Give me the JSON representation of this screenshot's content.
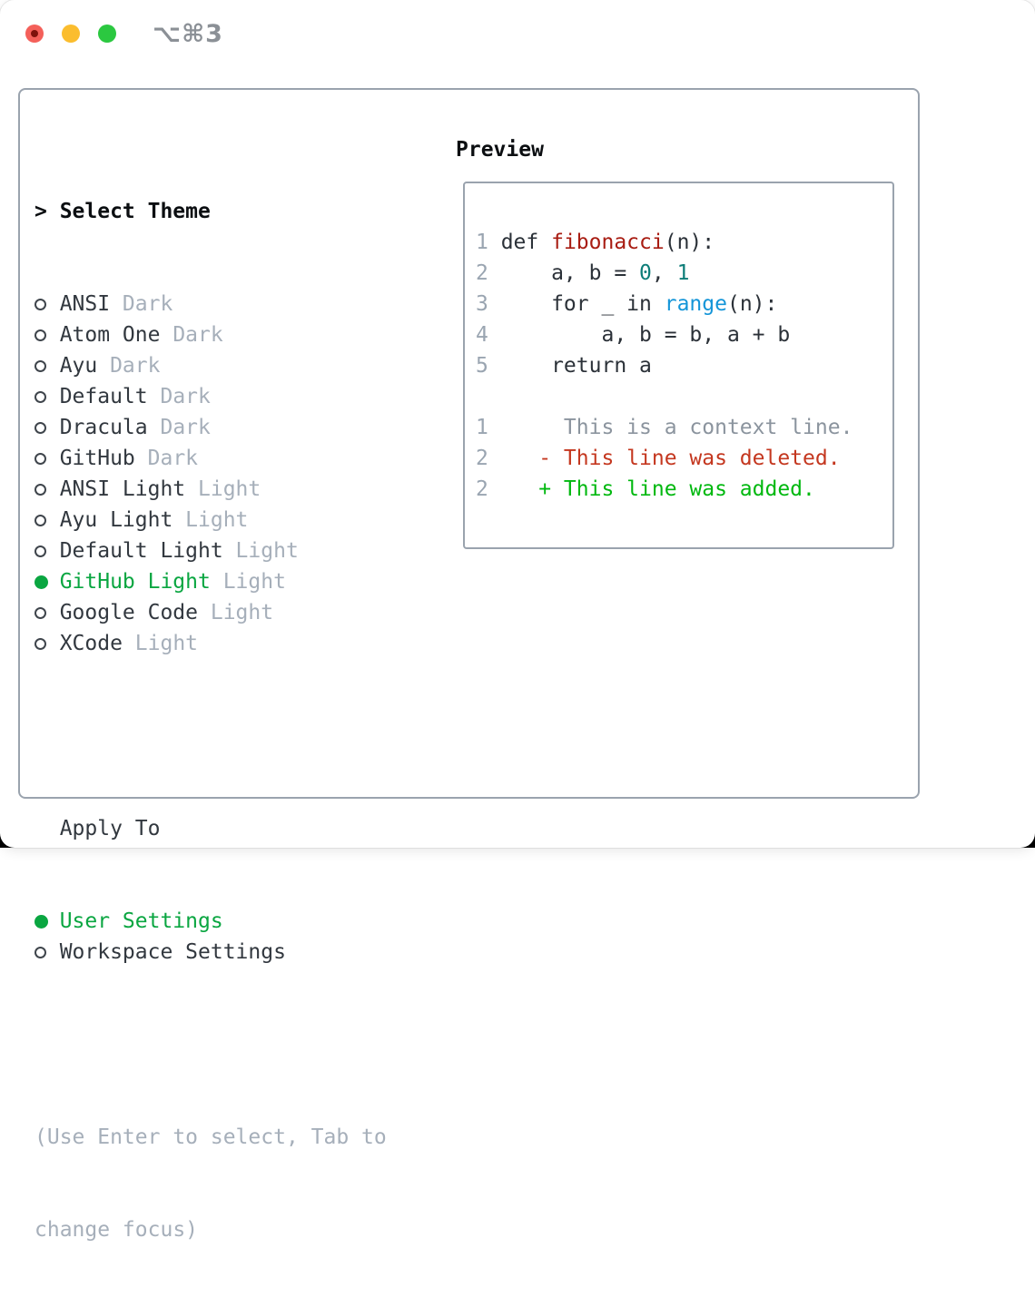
{
  "window": {
    "shortcut_label": "⌥⌘3"
  },
  "colors": {
    "light-red": "#f4605a",
    "light-red-dot": "#7e120c",
    "light-yellow": "#fbbd2e",
    "light-green": "#2bc840",
    "shortcut": "#8b9096",
    "border": "#9aa3ae",
    "heading": "#0b0e11",
    "text": "#32383f",
    "muted": "#a6afba",
    "ring": "#3f454c",
    "select-green": "#0aa641",
    "code": "#2b3138",
    "linenum": "#9aa5b1",
    "func-red": "#a81c12",
    "num-teal": "#0d7d78",
    "builtin-blue": "#1495d8",
    "ctx-gray": "#8b949e",
    "diff-red": "#c4371f",
    "diff-green": "#00b80f"
  },
  "theme_list": {
    "prompt": ">",
    "title": "Select Theme",
    "items": [
      {
        "label": "ANSI",
        "tag": "Dark",
        "selected": false
      },
      {
        "label": "Atom One",
        "tag": "Dark",
        "selected": false
      },
      {
        "label": "Ayu",
        "tag": "Dark",
        "selected": false
      },
      {
        "label": "Default",
        "tag": "Dark",
        "selected": false
      },
      {
        "label": "Dracula",
        "tag": "Dark",
        "selected": false
      },
      {
        "label": "GitHub",
        "tag": "Dark",
        "selected": false
      },
      {
        "label": "ANSI Light",
        "tag": "Light",
        "selected": false
      },
      {
        "label": "Ayu Light",
        "tag": "Light",
        "selected": false
      },
      {
        "label": "Default Light",
        "tag": "Light",
        "selected": false
      },
      {
        "label": "GitHub Light",
        "tag": "Light",
        "selected": true
      },
      {
        "label": "Google Code",
        "tag": "Light",
        "selected": false
      },
      {
        "label": "XCode",
        "tag": "Light",
        "selected": false
      }
    ]
  },
  "apply_to": {
    "title": "Apply To",
    "items": [
      {
        "label": "User Settings",
        "selected": true
      },
      {
        "label": "Workspace Settings",
        "selected": false
      }
    ]
  },
  "help_lines": [
    "(Use Enter to select, Tab to",
    "change focus)"
  ],
  "preview": {
    "title": "Preview",
    "code_lines": [
      {
        "num": "1",
        "segments": [
          {
            "t": " def ",
            "c": "code"
          },
          {
            "t": "fibonacci",
            "c": "func"
          },
          {
            "t": "(n):",
            "c": "code"
          }
        ]
      },
      {
        "num": "2",
        "segments": [
          {
            "t": "     a, b = ",
            "c": "code"
          },
          {
            "t": "0",
            "c": "num"
          },
          {
            "t": ", ",
            "c": "code"
          },
          {
            "t": "1",
            "c": "num"
          }
        ]
      },
      {
        "num": "3",
        "segments": [
          {
            "t": "     for _ in ",
            "c": "code"
          },
          {
            "t": "range",
            "c": "builtin"
          },
          {
            "t": "(n):",
            "c": "code"
          }
        ]
      },
      {
        "num": "4",
        "segments": [
          {
            "t": "         a, b = b, a + b",
            "c": "code"
          }
        ]
      },
      {
        "num": "5",
        "segments": [
          {
            "t": "     return a",
            "c": "code"
          }
        ]
      },
      {
        "num": "",
        "segments": []
      },
      {
        "num": "1",
        "segments": [
          {
            "t": "      This is a context line.",
            "c": "ctx"
          }
        ]
      },
      {
        "num": "2",
        "segments": [
          {
            "t": "    - This line was deleted.",
            "c": "del"
          }
        ]
      },
      {
        "num": "2",
        "segments": [
          {
            "t": "    + This line was added.",
            "c": "add"
          }
        ]
      }
    ]
  }
}
